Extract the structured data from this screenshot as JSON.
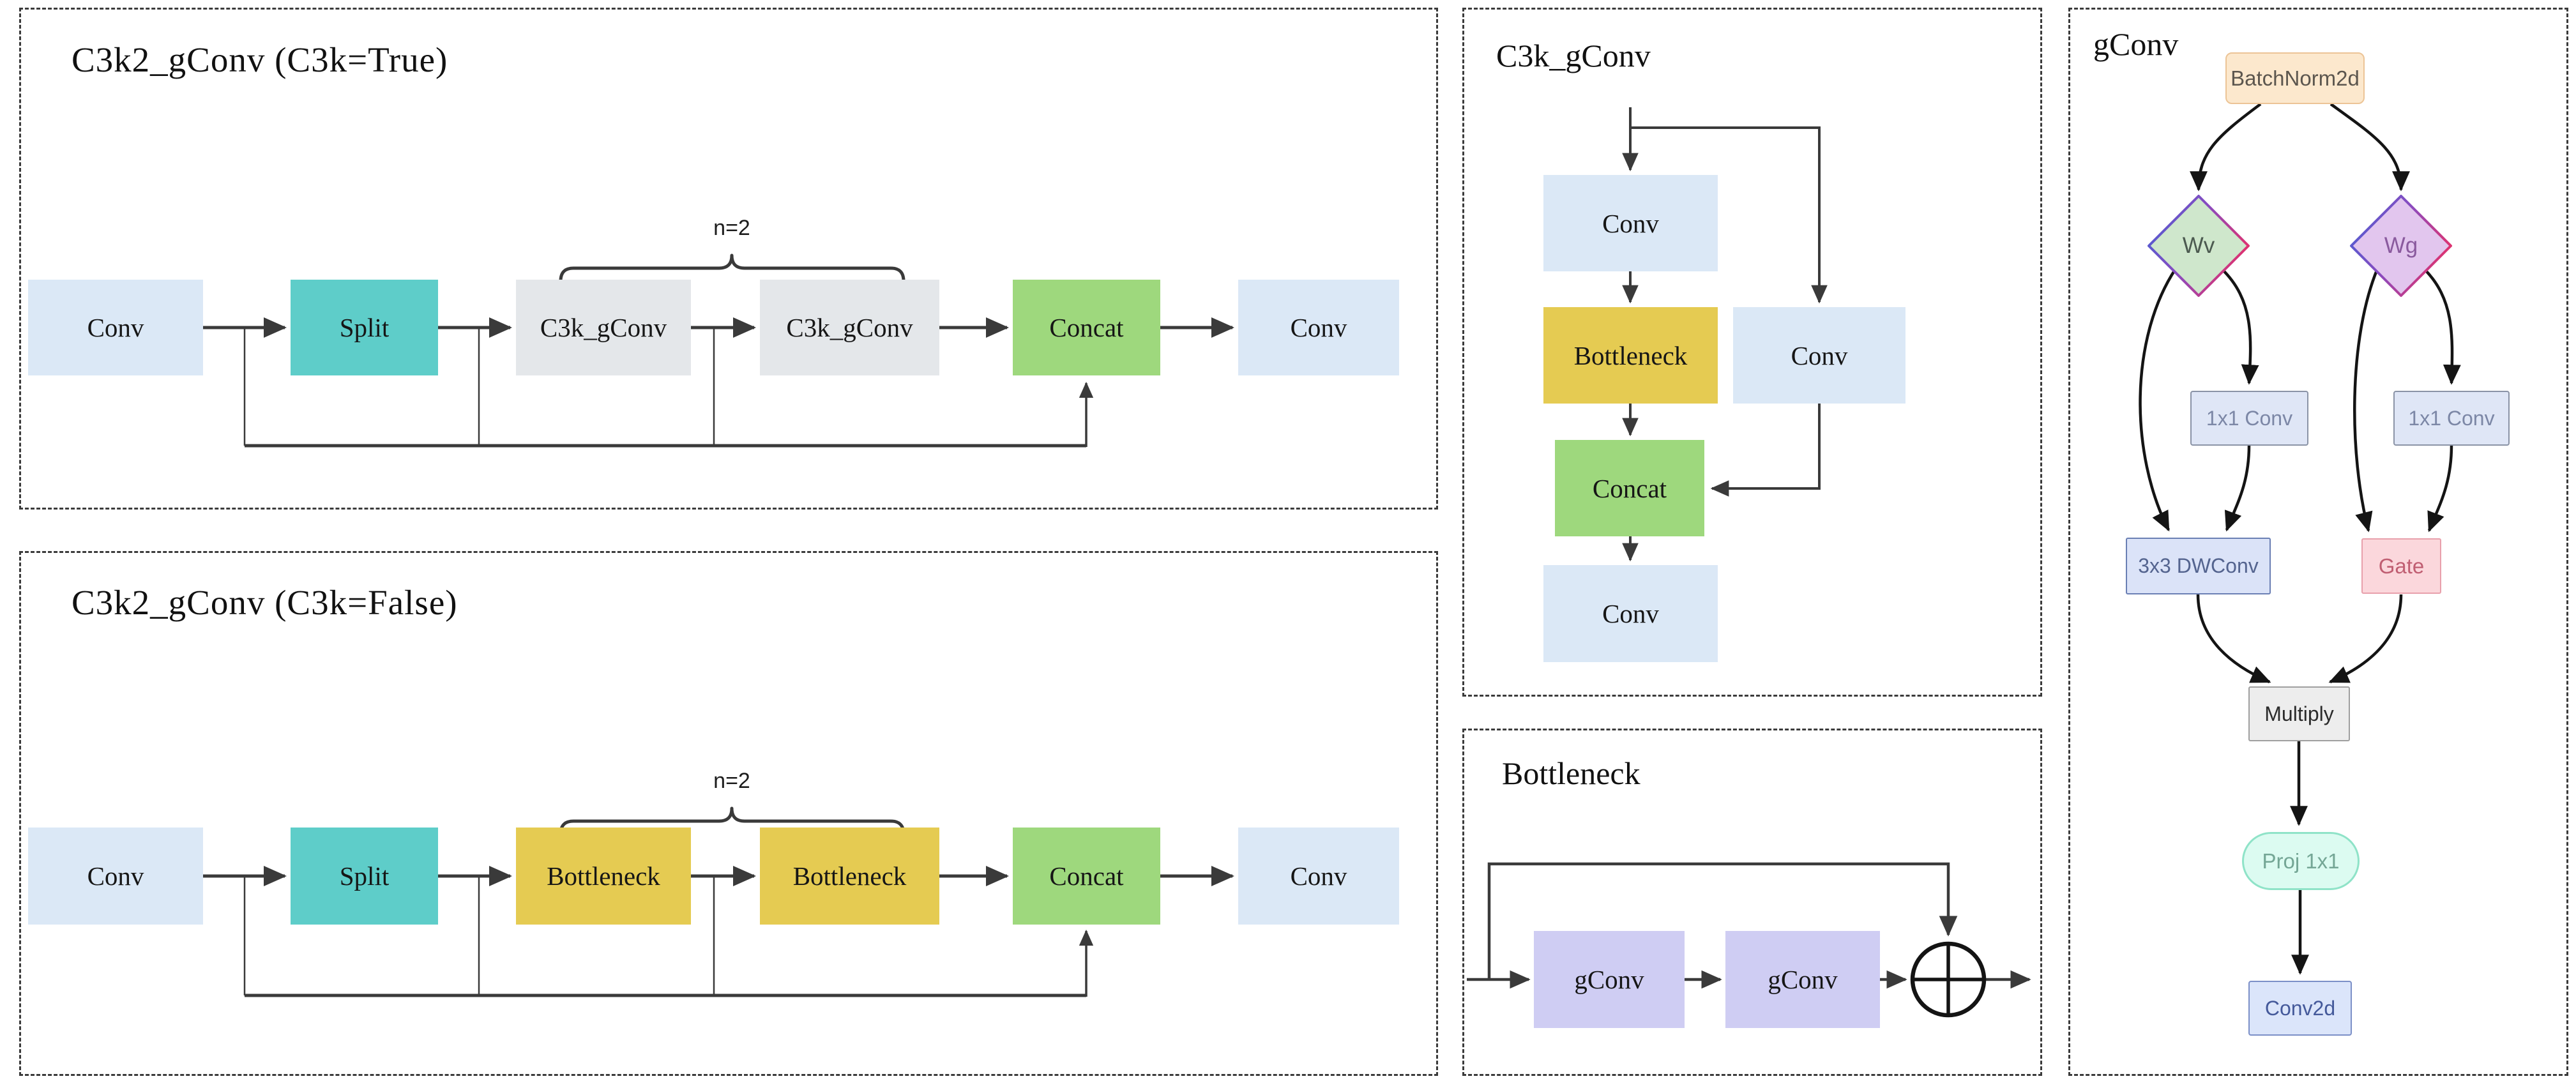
{
  "figure": {
    "kind": "neural-network-architecture-diagram"
  },
  "colors": {
    "conv_blue": "#dbe8f6",
    "split_teal": "#5ecdc9",
    "block_gray": "#e4e7ea",
    "concat_green": "#9ed87d",
    "bottleneck_yellow": "#e5cb52",
    "gconv_lavender": "#cfcdf3",
    "batchnorm_peach": "#fce8cd",
    "wv_green_fill": "#cfe7cc",
    "wg_purple_fill": "#e2c6ee",
    "diamond_border_blue": "#4a5fd4",
    "diamond_border_red": "#e0326e",
    "conv1x1_fill": "#dfe6f6",
    "dwconv_fill": "#dbe3f8",
    "gate_fill": "#fbd7dc",
    "multiply_fill": "#ededed",
    "proj_mint_fill": "#dcfbf1",
    "conv2d_fill": "#dbe5fa",
    "line_dark": "#3a3a3a",
    "line_black": "#141414"
  },
  "panels": {
    "c3k2_true": {
      "title": "C3k2_gConv (C3k=True)",
      "repeat_label": "n=2",
      "boxes": {
        "conv_in": "Conv",
        "split": "Split",
        "block1": "C3k_gConv",
        "block2": "C3k_gConv",
        "concat": "Concat",
        "conv_out": "Conv"
      }
    },
    "c3k2_false": {
      "title": "C3k2_gConv (C3k=False)",
      "repeat_label": "n=2",
      "boxes": {
        "conv_in": "Conv",
        "split": "Split",
        "block1": "Bottleneck",
        "block2": "Bottleneck",
        "concat": "Concat",
        "conv_out": "Conv"
      }
    },
    "c3k_gconv": {
      "title": "C3k_gConv",
      "boxes": {
        "conv1": "Conv",
        "bottleneck": "Bottleneck",
        "conv_side": "Conv",
        "concat": "Concat",
        "conv2": "Conv"
      }
    },
    "bottleneck": {
      "title": "Bottleneck",
      "add_icon": "circle-plus",
      "boxes": {
        "gconv1": "gConv",
        "gconv2": "gConv"
      }
    },
    "gconv": {
      "title": "gConv",
      "nodes": {
        "batchnorm": "BatchNorm2d",
        "wv": "Wv",
        "wg": "Wg",
        "conv1x1_left": "1x1 Conv",
        "conv1x1_right": "1x1 Conv",
        "dwconv": "3x3 DWConv",
        "gate": "Gate",
        "multiply": "Multiply",
        "proj": "Proj 1x1",
        "conv2d": "Conv2d"
      }
    }
  }
}
